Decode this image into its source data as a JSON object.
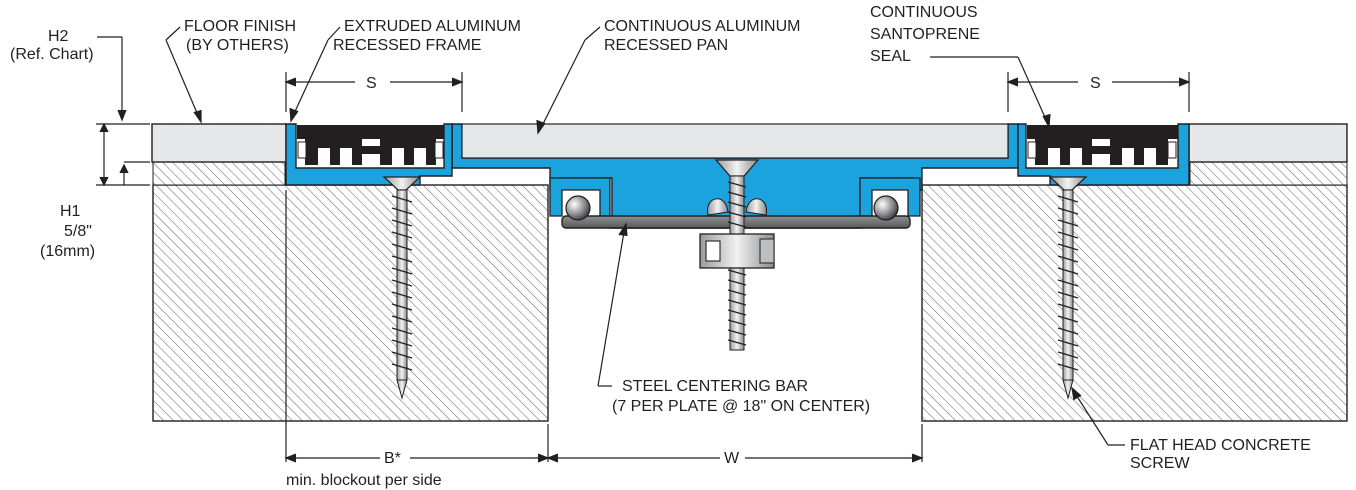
{
  "labels": {
    "h2_line1": "H2",
    "h2_line2": "(Ref. Chart)",
    "floor_line1": "FLOOR FINISH",
    "floor_line2": "(BY OTHERS)",
    "frame_line1": "EXTRUDED ALUMINUM",
    "frame_line2": "RECESSED FRAME",
    "pan_line1": "CONTINUOUS ALUMINUM",
    "pan_line2": "RECESSED PAN",
    "seal_line1": "CONTINUOUS",
    "seal_line2": "SANTOPRENE",
    "seal_line3": "SEAL",
    "s_left": "S",
    "s_right": "S",
    "h1_line1": "H1",
    "h1_line2": "5/8\"",
    "h1_line3": "(16mm)",
    "bar_line1": "STEEL CENTERING BAR",
    "bar_line2": "(7 PER PLATE @ 18\" ON CENTER)",
    "screw_line1": "FLAT HEAD CONCRETE",
    "screw_line2": "SCREW",
    "b_label": "B*",
    "b_note": "min. blockout per side",
    "w_label": "W"
  },
  "colors": {
    "aluminum": "#1aa3dc",
    "floor": "#e6e7e8",
    "seal": "#231f20",
    "bar": "#6d6e71",
    "hatch": "#231f20"
  }
}
